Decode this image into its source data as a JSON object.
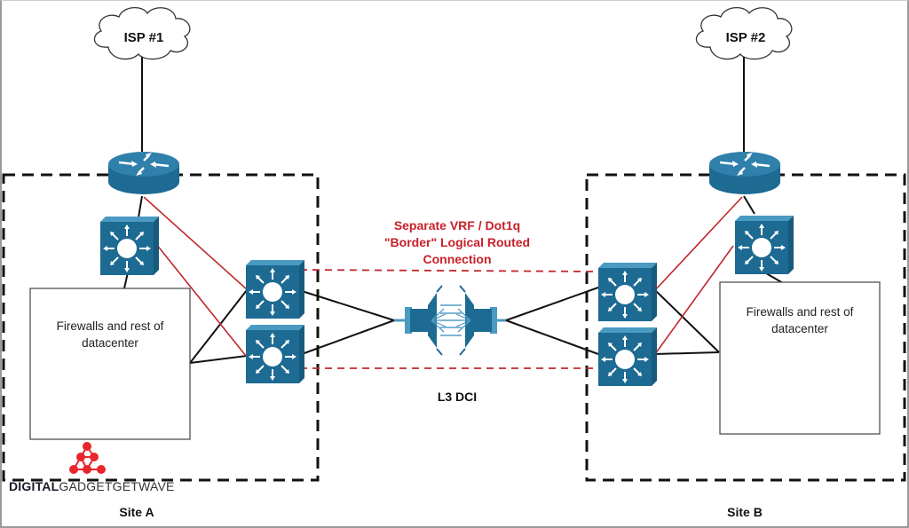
{
  "diagram": {
    "title": "L3 DCI between Site A and Site B",
    "colors": {
      "device_blue": "#1d6a93",
      "device_highlight": "#4a9ac2",
      "link_black": "#111111",
      "link_red": "#c0282e",
      "label_red": "#c8202a",
      "watermark_red": "#e8262b"
    },
    "isps": [
      {
        "id": "isp1",
        "label": "ISP #1"
      },
      {
        "id": "isp2",
        "label": "ISP #2"
      }
    ],
    "sites": [
      {
        "id": "siteA",
        "label": "Site A",
        "datacenter_label_line1": "Firewalls and rest of",
        "datacenter_label_line2": "datacenter"
      },
      {
        "id": "siteB",
        "label": "Site B",
        "datacenter_label_line1": "Firewalls and rest of",
        "datacenter_label_line2": "datacenter"
      }
    ],
    "devices": [
      {
        "id": "routerA",
        "type": "router",
        "site": "siteA"
      },
      {
        "id": "coreA",
        "type": "l3-switch",
        "site": "siteA"
      },
      {
        "id": "dciA1",
        "type": "l3-switch",
        "site": "siteA"
      },
      {
        "id": "dciA2",
        "type": "l3-switch",
        "site": "siteA"
      },
      {
        "id": "routerB",
        "type": "router",
        "site": "siteB"
      },
      {
        "id": "coreB",
        "type": "l3-switch",
        "site": "siteB"
      },
      {
        "id": "dciB1",
        "type": "l3-switch",
        "site": "siteB"
      },
      {
        "id": "dciB2",
        "type": "l3-switch",
        "site": "siteB"
      },
      {
        "id": "wanA",
        "type": "optical-transport",
        "site": "dci"
      },
      {
        "id": "wanB",
        "type": "optical-transport",
        "site": "dci"
      }
    ],
    "vrf_label_line1": "Separate VRF / Dot1q",
    "vrf_label_line2": "\"Border\" Logical Routed",
    "vrf_label_line3": "Connection",
    "dci_label": "L3 DCI"
  },
  "watermark": {
    "bold": "DIGITAL",
    "light": "GADGETGETWAVE",
    "icon": "network-nodes-icon"
  }
}
